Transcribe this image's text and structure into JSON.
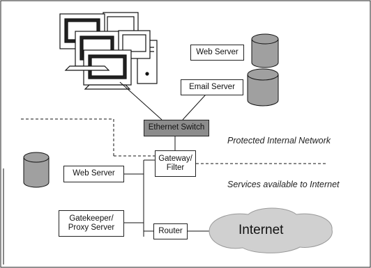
{
  "nodes": {
    "web_server_top": "Web Server",
    "email_server": "Email Server",
    "ethernet_switch": "Ethernet Switch",
    "gateway": "Gateway/\nFilter",
    "web_server_left": "Web Server",
    "gatekeeper": "Gatekeeper/\nProxy Server",
    "router": "Router",
    "internet": "Internet"
  },
  "zones": {
    "protected": "Protected Internal Network",
    "services": "Services available to Internet"
  },
  "colors": {
    "cylinder": "#a0a0a0",
    "switch": "#8c8c8c",
    "cloud": "#d0d0d0"
  }
}
